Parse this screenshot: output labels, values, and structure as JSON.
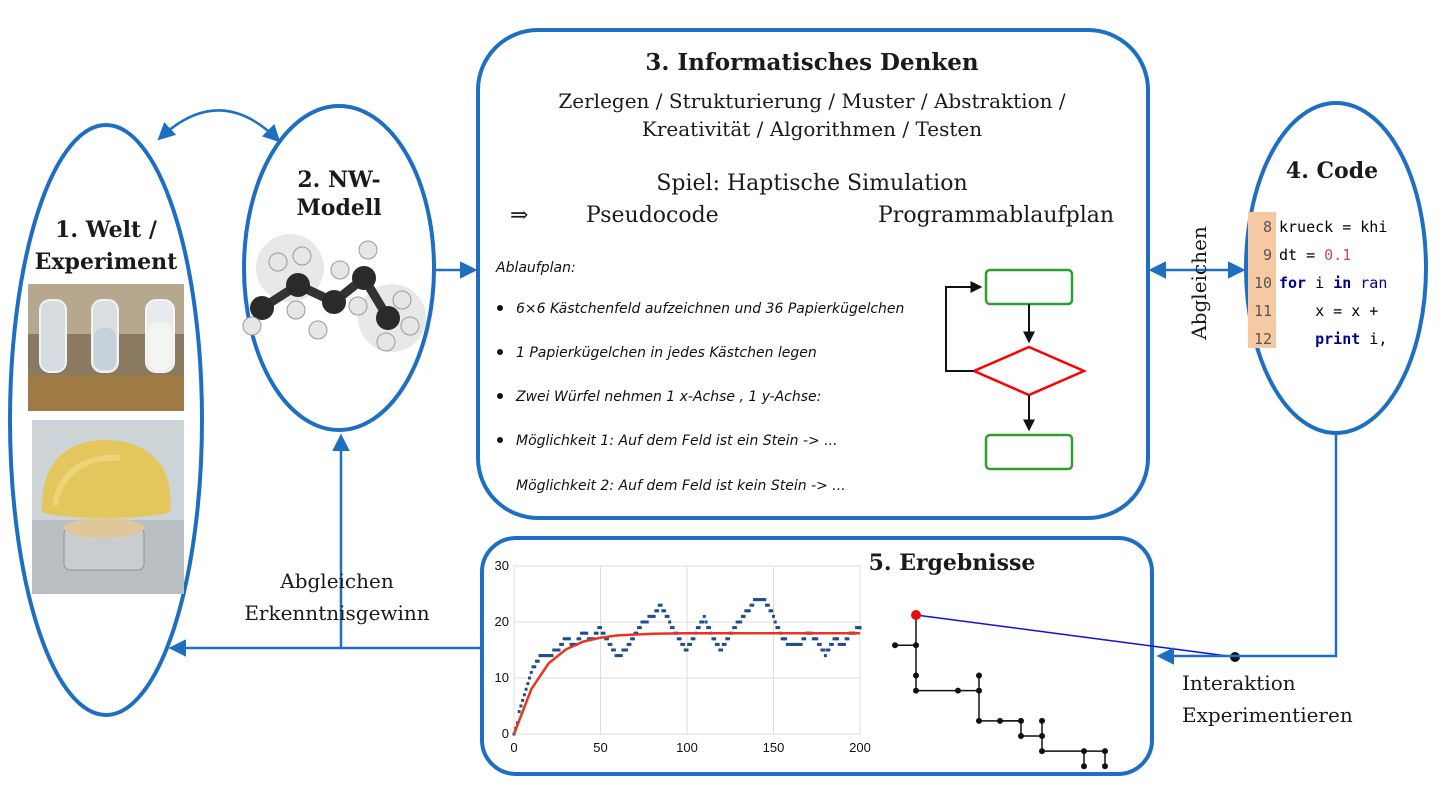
{
  "colors": {
    "frame": "#1e6fc2",
    "orange": "#f4b183",
    "green": "#2ca02c",
    "red": "#ff0000",
    "code_keyword": "#00008b",
    "code_number": "#c0504d",
    "fit_line": "#e8351e",
    "data_points": "#1f4e8c"
  },
  "nodes": {
    "welt": {
      "title_line1": "1. Welt /",
      "title_line2": "Experiment"
    },
    "modell": {
      "title_line1": "2. NW-",
      "title_line2": "Modell"
    },
    "denken": {
      "title": "3. Informatisches Denken",
      "concepts_line1": "Zerlegen / Strukturierung / Muster / Abstraktion /",
      "concepts_line2": "Kreativität / Algorithmen / Testen",
      "spiel": "Spiel: Haptische Simulation",
      "arrow": "⇒",
      "pseudocode": "Pseudocode",
      "pap": "Programmablaufplan",
      "handwritten": {
        "heading": "Ablaufplan:",
        "lines": [
          "6×6 Kästchenfeld aufzeichnen und 36 Papierkügelchen",
          "1 Papierkügelchen in jedes Kästchen legen",
          "Zwei Würfel nehmen 1 x-Achse , 1 y-Achse:",
          "Möglichkeit 1: Auf dem Feld ist ein Stein -> ...",
          "Möglichkeit 2: Auf dem Feld ist kein Stein -> ..."
        ]
      }
    },
    "code": {
      "title": "4. Code",
      "lines": [
        {
          "num": "8",
          "text": "krueck = khi"
        },
        {
          "num": "9",
          "text": "dt = 0.1"
        },
        {
          "num": "10",
          "text": "for i in ran"
        },
        {
          "num": "11",
          "text": "    x = x +"
        },
        {
          "num": "12",
          "text": "    print i,"
        }
      ]
    },
    "ergebnisse": {
      "title": "5. Ergebnisse"
    }
  },
  "edge_labels": {
    "abgleichen_vertical": "Abgleichen",
    "interaktion_line1": "Interaktion",
    "interaktion_line2": "Experimentieren",
    "abgleichen_bottom_line1": "Abgleichen",
    "abgleichen_bottom_line2": "Erkenntnisgewinn"
  },
  "chart_data": {
    "type": "scatter",
    "x_ticks": [
      "0",
      "50",
      "100",
      "150",
      "200"
    ],
    "y_ticks": [
      "0",
      "10",
      "20",
      "30"
    ],
    "xlim": [
      0,
      200
    ],
    "ylim": [
      0,
      30
    ],
    "grid": true,
    "fit_line": {
      "type": "line",
      "x": [
        0,
        10,
        20,
        30,
        40,
        50,
        60,
        80,
        100,
        150,
        200
      ],
      "y": [
        0,
        8.0,
        12.6,
        15.1,
        16.5,
        17.2,
        17.6,
        17.9,
        18.0,
        18.0,
        18.0
      ]
    },
    "series": [
      {
        "x": [
          0,
          5,
          10,
          15,
          20,
          25,
          30,
          35,
          40,
          45,
          50,
          55,
          60,
          65,
          70,
          75,
          80,
          85,
          90,
          95,
          100,
          105,
          110,
          115,
          120,
          125,
          130,
          135,
          140,
          145,
          150,
          155,
          160,
          165,
          170,
          175,
          180,
          185,
          190,
          195,
          200
        ],
        "y": [
          0,
          6,
          11,
          14,
          14,
          15,
          17,
          16,
          18,
          17,
          19,
          16,
          14,
          15,
          18,
          20,
          21,
          23,
          20,
          17,
          15,
          18,
          21,
          17,
          15,
          18,
          20,
          22,
          24,
          24,
          21,
          17,
          16,
          16,
          18,
          17,
          14,
          17,
          16,
          18,
          19
        ]
      }
    ]
  },
  "random_walk": {
    "path": [
      [
        0,
        0
      ],
      [
        0,
        2
      ],
      [
        0,
        4
      ],
      [
        0,
        5
      ],
      [
        2,
        5
      ],
      [
        3,
        5
      ],
      [
        3,
        7
      ],
      [
        5,
        7
      ],
      [
        5,
        8
      ],
      [
        6,
        8
      ],
      [
        6,
        9
      ],
      [
        8,
        9
      ],
      [
        9,
        9
      ],
      [
        9,
        10
      ]
    ],
    "branches": [
      [
        [
          0,
          2
        ],
        [
          -1,
          2
        ]
      ],
      [
        [
          3,
          5
        ],
        [
          3,
          4
        ]
      ],
      [
        [
          5,
          7
        ],
        [
          4,
          7
        ]
      ],
      [
        [
          6,
          8
        ],
        [
          6,
          7
        ]
      ],
      [
        [
          8,
          9
        ],
        [
          8,
          10
        ]
      ]
    ]
  }
}
